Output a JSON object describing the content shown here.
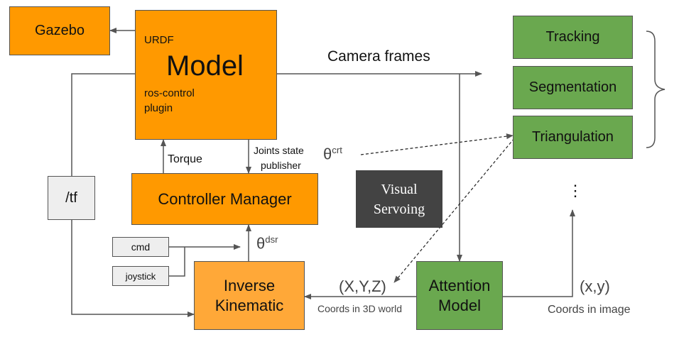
{
  "nodes": {
    "gazebo": "Gazebo",
    "model": {
      "title": "Model",
      "urdf": "URDF",
      "plugin_line1": "ros-control",
      "plugin_line2": "plugin"
    },
    "controller_manager": "Controller Manager",
    "tf": "/tf",
    "cmd": "cmd",
    "joystick": "joystick",
    "inverse_kinematic": {
      "line1": "Inverse",
      "line2": "Kinematic"
    },
    "attention_model": {
      "line1": "Attention",
      "line2": "Model"
    },
    "visual_servoing": {
      "line1": "Visual",
      "line2": "Servoing"
    },
    "tracking": "Tracking",
    "segmentation": "Segmentation",
    "triangulation": "Triangulation",
    "more": "⋮"
  },
  "edges": {
    "camera_frames": "Camera frames",
    "torque": "Torque",
    "joints_state_line1": "Joints state",
    "joints_state_line2": "publisher",
    "theta_crt": {
      "base": "θ",
      "sup": "crt"
    },
    "theta_dsr": {
      "base": "θ",
      "sup": "dsr"
    },
    "xyz": "(X,Y,Z)",
    "coords_3d": "Coords in 3D world",
    "xy": "(x,y)",
    "coords_image": "Coords in image"
  },
  "colors": {
    "orange": "#ff9900",
    "orange_light": "#ffa838",
    "green": "#6aa84f",
    "grey": "#eeeeee",
    "dark": "#434343",
    "line": "#555555"
  }
}
